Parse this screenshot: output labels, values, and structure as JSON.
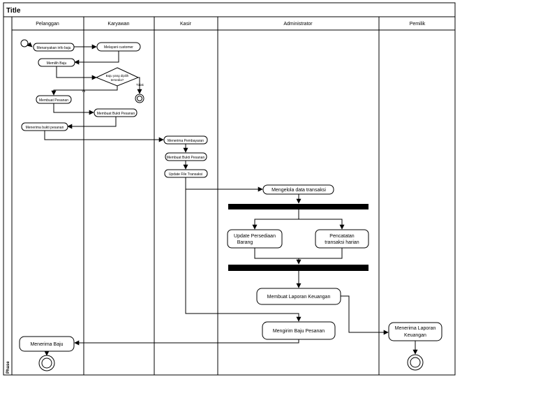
{
  "diagram": {
    "title": "Title",
    "phase_label": "Phase",
    "lanes": [
      "Pelanggan",
      "Karyawan",
      "Kasir",
      "Administrator",
      "Pemilik"
    ],
    "activities": {
      "a_info": "Menanyakan info baju",
      "a_melayani": "Melayani customer",
      "a_memilih": "Memilih Baju",
      "a_pesanan": "Membuat Pesanan",
      "a_bukti": "Membuat Bukti Pesanan",
      "a_terima_bukti": "Menerima bukti pesanan",
      "a_pembayaran": "Menerima Pembayaran",
      "a_bukti_kasir": "Membuat Bukti Pesanan",
      "a_update_file": "Update File Transaksi",
      "a_kelola": "Mengelola data transaksi",
      "a_persediaan": [
        "Update Persediaan",
        "Barang"
      ],
      "a_pencatatan": [
        "Pencatatan",
        "transaksi harian"
      ],
      "a_laporan": "Membuat Laporan Keuangan",
      "a_kirim": "Mengirim Baju Pesanan",
      "a_terima_baju": "Menerima Baju",
      "a_terima_laporan": [
        "Menerima Laporan",
        "Keuangan"
      ]
    },
    "decision": {
      "label": [
        "Baju yang dipilih",
        "tersedia?"
      ],
      "no_label": "Tidak",
      "yes_label": "Ya"
    }
  }
}
